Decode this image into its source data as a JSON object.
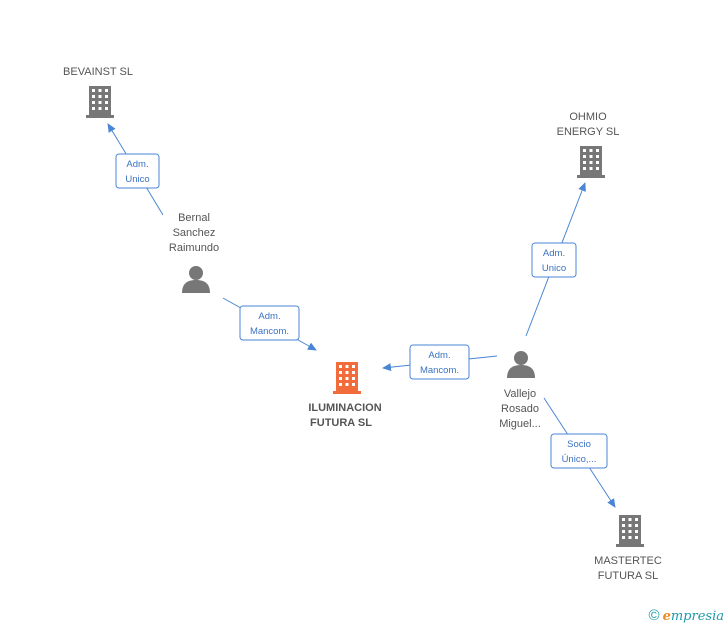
{
  "colors": {
    "edge": "#4a86d4",
    "company": "#777777",
    "main_company": "#f26b3a",
    "person": "#777777",
    "label": "#555555",
    "brand_e": "#f08a1c",
    "brand": "#1c9aa8"
  },
  "nodes": {
    "bevainst": {
      "name": "BEVAINST SL",
      "icon": "building-icon"
    },
    "ohmio": {
      "name_line1": "OHMIO",
      "name_line2": "ENERGY  SL",
      "icon": "building-icon"
    },
    "bernal": {
      "name_line1": "Bernal",
      "name_line2": "Sanchez",
      "name_line3": "Raimundo",
      "icon": "person-icon"
    },
    "iluminacion": {
      "name_line1": "ILUMINACION",
      "name_line2": "FUTURA SL",
      "icon": "building-icon"
    },
    "vallejo": {
      "name_line1": "Vallejo",
      "name_line2": "Rosado",
      "name_line3": "Miguel...",
      "icon": "person-icon"
    },
    "mastertec": {
      "name_line1": "MASTERTEC",
      "name_line2": "FUTURA  SL",
      "icon": "building-icon"
    }
  },
  "edges": {
    "bernal_bevainst": {
      "line1": "Adm.",
      "line2": "Unico"
    },
    "bernal_iluminacion": {
      "line1": "Adm.",
      "line2": "Mancom."
    },
    "vallejo_iluminacion": {
      "line1": "Adm.",
      "line2": "Mancom."
    },
    "vallejo_ohmio": {
      "line1": "Adm.",
      "line2": "Unico"
    },
    "vallejo_mastertec": {
      "line1": "Socio",
      "line2": "Único,..."
    }
  },
  "footer": {
    "copyright": "©",
    "brand_first": "e",
    "brand_rest": "mpresia"
  }
}
